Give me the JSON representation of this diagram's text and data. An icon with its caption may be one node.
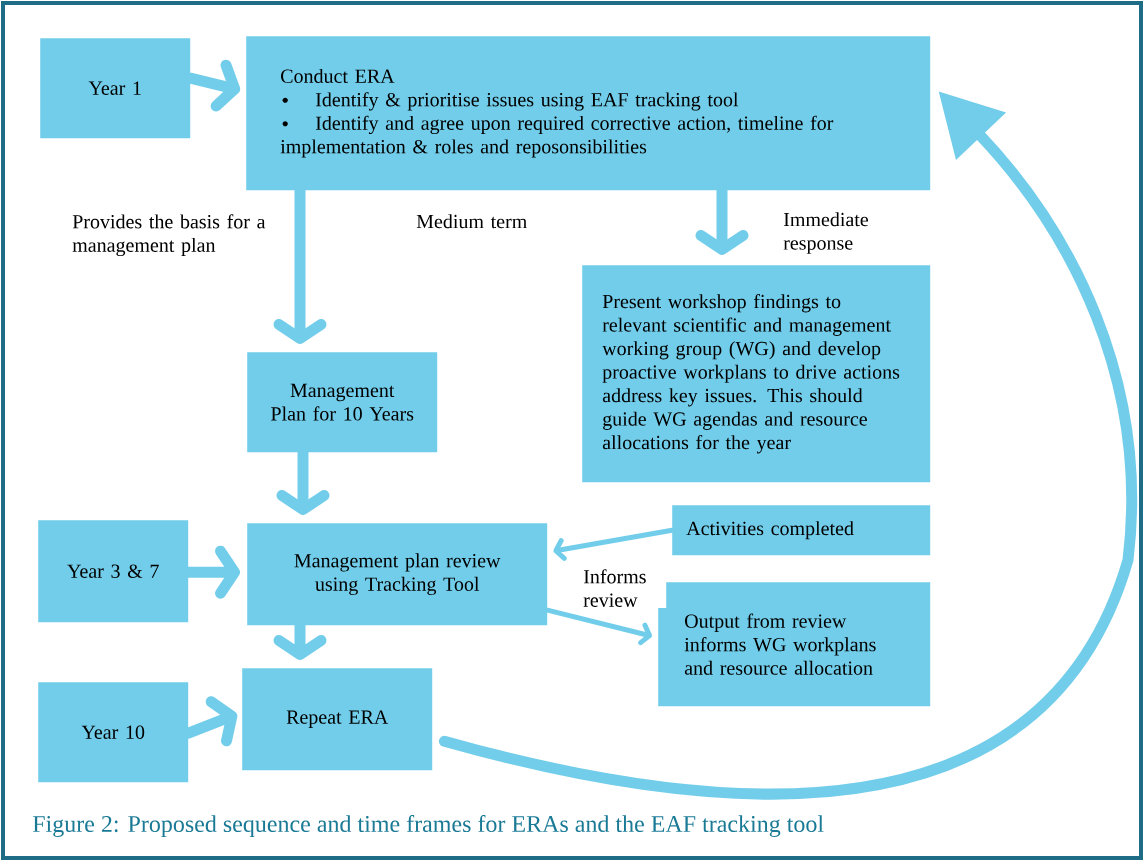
{
  "diagram": {
    "caption": "Figure 2: Proposed sequence and time frames for ERAs and the EAF tracking tool",
    "nodes": [
      {
        "text": [
          "Year 1"
        ]
      },
      {
        "text": [
          "Conduct ERA",
          "Identify & prioritise issues using EAF tracking tool",
          "Identify and agree upon required corrective action, timeline for implementation & roles and reposonsibilities"
        ]
      },
      {
        "text": [
          "Management Plan for 10 Years"
        ]
      },
      {
        "text": [
          "Present workshop findings to relevant scientific and management working group (WG) and develop proactive workplans to drive actions address key issues. This should guide WG agendas and resource allocations for the year"
        ]
      },
      {
        "text": [
          "Year 3 & 7"
        ]
      },
      {
        "text": [
          "Management plan review using Tracking Tool"
        ]
      },
      {
        "text": [
          "Activities completed"
        ]
      },
      {
        "text": [
          "Output from review informs WG workplans and resource allocation"
        ]
      },
      {
        "text": [
          "Year 10"
        ]
      },
      {
        "text": [
          "Repeat ERA"
        ]
      }
    ],
    "edges": [
      {
        "from": 0,
        "to": 1,
        "arrow": "to"
      },
      {
        "from": 1,
        "to": 2,
        "arrow": "to"
      },
      {
        "from": 1,
        "to": 3,
        "arrow": "to",
        "label": "Immediate response"
      },
      {
        "from": 2,
        "to": 5,
        "arrow": "to"
      },
      {
        "from": 4,
        "to": 5,
        "arrow": "to"
      },
      {
        "from": 6,
        "to": 5,
        "arrow": "to",
        "label": "Informs review"
      },
      {
        "from": 5,
        "to": 7,
        "arrow": "to"
      },
      {
        "from": 5,
        "to": 9,
        "arrow": "to"
      },
      {
        "from": 8,
        "to": 9,
        "arrow": "to"
      },
      {
        "from": 9,
        "to": 1,
        "arrow": "to"
      }
    ],
    "labels": [
      "Provides the basis for a management plan",
      "Medium term"
    ]
  }
}
